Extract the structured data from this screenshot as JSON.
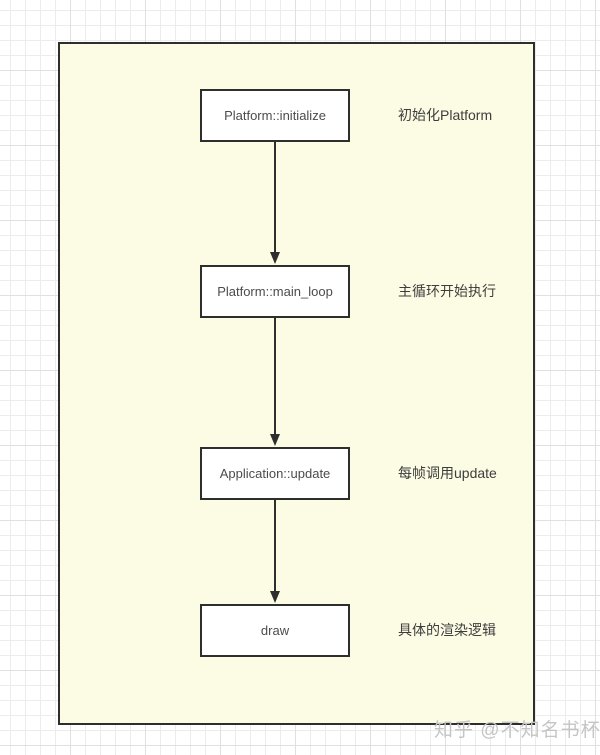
{
  "theme": {
    "canvas_fill": "#fcfbe3",
    "stroke": "#2e2e2e",
    "node_fill": "#ffffff",
    "node_text": "#4c4c4c",
    "annotation_text": "#3d3d3d",
    "watermark_color": "#c5c5c5",
    "grid_minor": "#ececec",
    "grid_major": "#e0e0e0"
  },
  "diagram": {
    "type": "flowchart",
    "direction": "top-down",
    "nodes": [
      {
        "id": "platform-initialize",
        "label": "Platform::initialize",
        "annotation": "初始化Platform"
      },
      {
        "id": "platform-main-loop",
        "label": "Platform::main_loop",
        "annotation": "主循环开始执行"
      },
      {
        "id": "application-update",
        "label": "Application::update",
        "annotation": "每帧调用update"
      },
      {
        "id": "draw",
        "label": "draw",
        "annotation": "具体的渲染逻辑"
      }
    ],
    "edges": [
      {
        "from": "platform-initialize",
        "to": "platform-main-loop"
      },
      {
        "from": "platform-main-loop",
        "to": "application-update"
      },
      {
        "from": "application-update",
        "to": "draw"
      }
    ]
  },
  "watermark": {
    "text": "知乎 @不知名书杯"
  }
}
